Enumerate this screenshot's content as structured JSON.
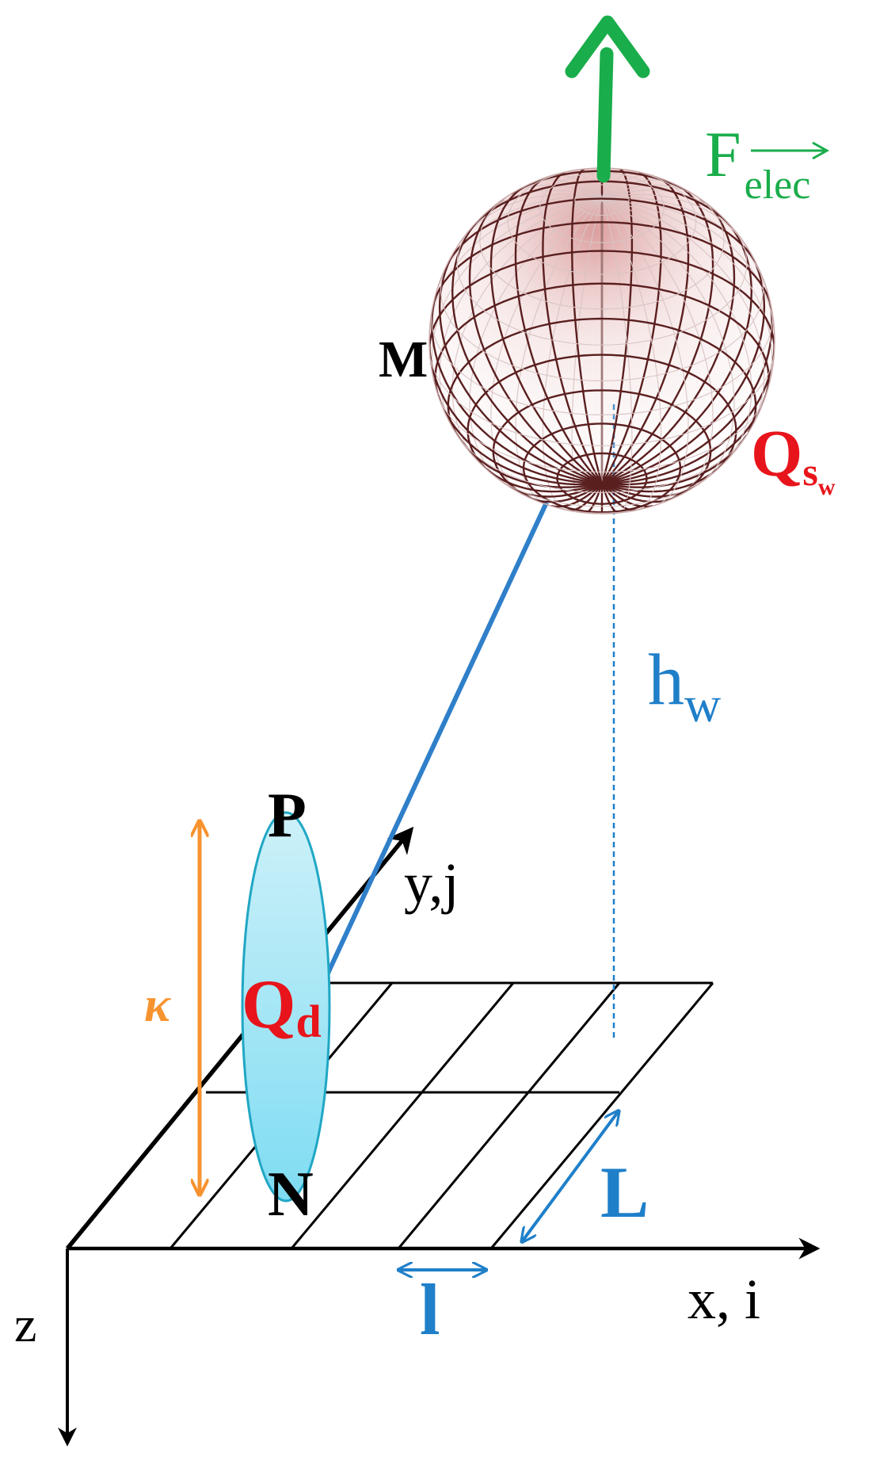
{
  "labels": {
    "force_main": "F",
    "force_sub": "elec",
    "point_m": "M",
    "charge_sw_main": "Q",
    "charge_sw_sub": "s",
    "charge_sw_subsub": "w",
    "height_main": "h",
    "height_sub": "w",
    "point_p": "P",
    "point_n": "N",
    "axis_y": "y,j",
    "charge_d_main": "Q",
    "charge_d_sub": "d",
    "kappa": "κ",
    "cell_length": "L",
    "cell_width": "l",
    "axis_x": "x, i",
    "axis_z": "z"
  },
  "colors": {
    "force": "#1aad4b",
    "charge": "#e8141b",
    "blue_label": "#1f7fc9",
    "kappa": "#f7932f",
    "droplet_fill": "#a9e8f5",
    "droplet_stroke": "#20a7c4",
    "sphere_mesh": "#5a1f1f",
    "ink": "#000000"
  }
}
